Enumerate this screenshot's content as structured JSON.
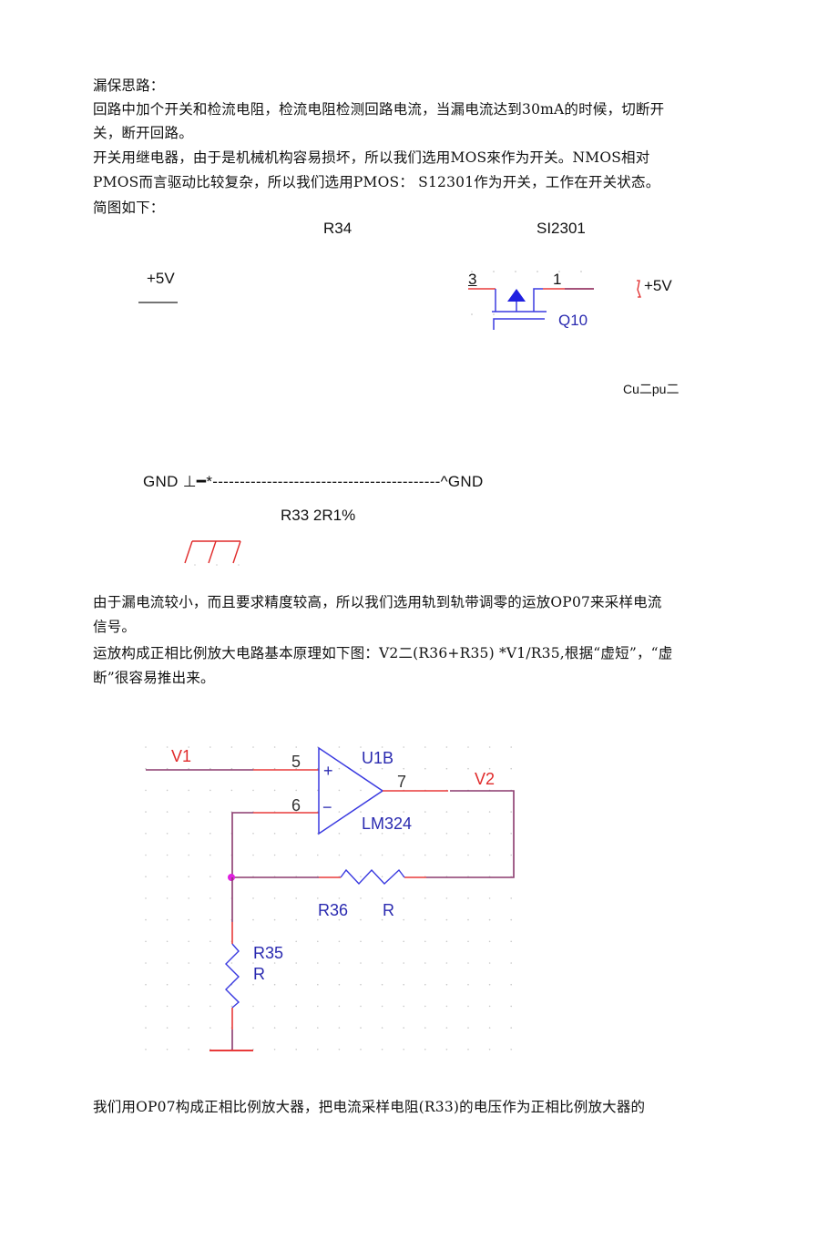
{
  "document": {
    "paragraphs": [
      "漏保思路：",
      "回路中加个开关和检流电阻，检流电阻检测回路电流，当漏电流达到30mA的时候，切断开",
      "关，断开回路。",
      "开关用继电器，由于是机械机构容易损坏，所以我们选用MOS來作为开关。NMOS相对",
      "PMOS而言驱动比较复杂，所以我们选用PMOS： S12301作为开关，工作在开关状态。",
      "简图如下："
    ],
    "paragraphs2": [
      "由于漏电流较小，而且要求精度较高，所以我们选用轨到轨带调零的运放OP07来采样电流",
      "信号。",
      "运放构成正相比例放大电路基本原理如下图：V2二(R36+R35) *V1/R35,根据“虚短”，“虚",
      "断”很容易推出来。"
    ],
    "paragraphs3": [
      "我们用OP07构成正相比例放大器，把电流采样电阻(R33)的电压作为正相比例放大器的"
    ]
  },
  "schematic1": {
    "r34_label": "R34",
    "si2301_label": "SI2301",
    "plus5v_left": "+5V",
    "pin3": "3",
    "pin1": "1",
    "q10": "Q10",
    "plus5v_right": "+5V",
    "cupu": "Cu二pu二",
    "gnd_line": "GND ⊥━*------------------------------------------^GND",
    "r33_label": "R33 2R1%"
  },
  "schematic2": {
    "v1": "V1",
    "v2": "V2",
    "pin5": "5",
    "pin6": "6",
    "pin7": "7",
    "u1b": "U1B",
    "lm324": "LM324",
    "plus": "+",
    "minus": "−",
    "r36": "R36",
    "r36_val": "R",
    "r35": "R35",
    "r35_val": "R",
    "colors": {
      "wire": "#8b3a6e",
      "pin": "#e83a3a",
      "part": "#3a3ae0",
      "junction": "#e020e0",
      "label_red": "#e02a2a",
      "label_blue": "#2a2ab0"
    }
  }
}
